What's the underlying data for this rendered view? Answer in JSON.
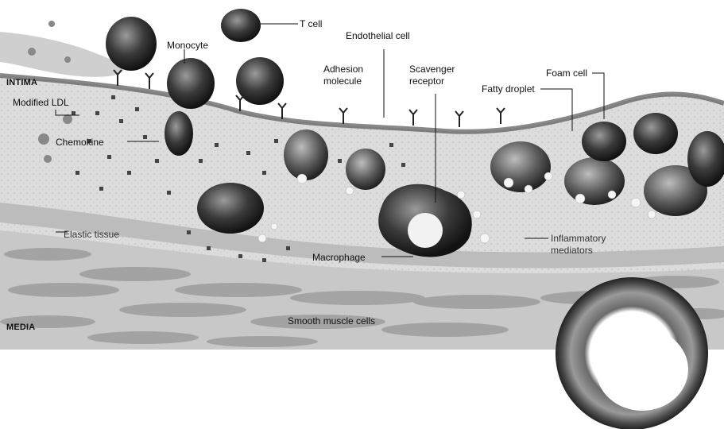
{
  "labels": {
    "t_cell": "T cell",
    "monocyte": "Monocyte",
    "endothelial_cell": "Endothelial cell",
    "adhesion_molecule_line1": "Adhesion",
    "adhesion_molecule_line2": "molecule",
    "scavenger_receptor_line1": "Scavenger",
    "scavenger_receptor_line2": "receptor",
    "foam_cell": "Foam cell",
    "fatty_droplet": "Fatty droplet",
    "intima": "INTIMA",
    "modified_ldl": "Modified LDL",
    "chemokine": "Chemokine",
    "elastic_tissue": "Elastic tissue",
    "macrophage": "Macrophage",
    "inflammatory_mediators_line1": "Inflammatory",
    "inflammatory_mediators_line2": "mediators",
    "media": "MEDIA",
    "smooth_muscle_cells": "Smooth muscle cells"
  }
}
